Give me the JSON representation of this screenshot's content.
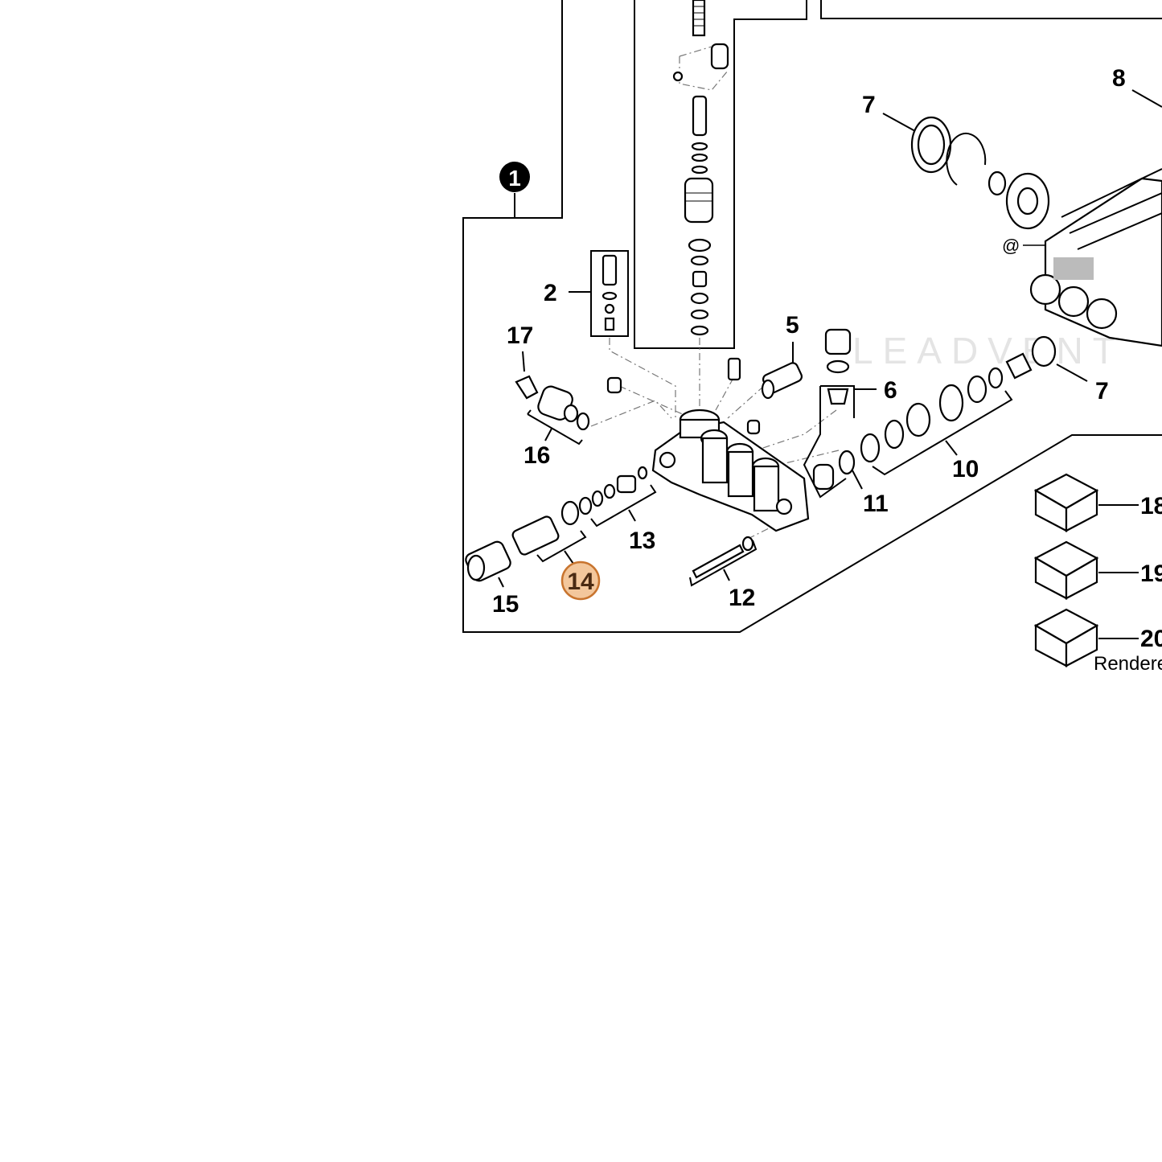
{
  "diagram": {
    "assembly_marker": "1",
    "highlighted_callout": "14",
    "highlight_fill": "#f3c79c",
    "highlight_stroke": "#c8742e",
    "watermark": "LEADVENT",
    "footer_text": "Rendered",
    "at_symbol": "@",
    "callouts": {
      "c2": "2",
      "c5": "5",
      "c6": "6",
      "c7a": "7",
      "c7b": "7",
      "c8": "8",
      "c10": "10",
      "c11": "11",
      "c12": "12",
      "c13": "13",
      "c15": "15",
      "c16": "16",
      "c17": "17",
      "c18": "18",
      "c19": "19",
      "c20": "20"
    }
  }
}
